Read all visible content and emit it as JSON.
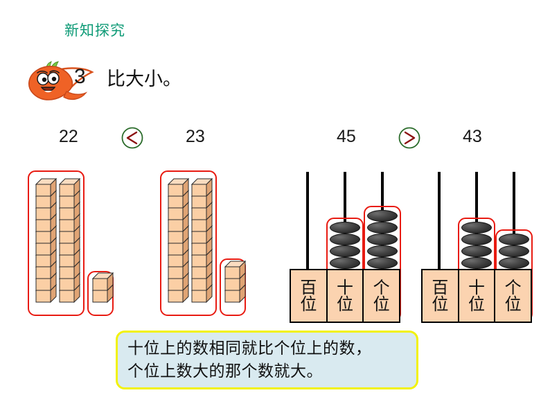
{
  "slide": {
    "section_heading": "新知探究",
    "task_number": "3",
    "task_title": "比大小。",
    "heading_color": "#0f9b77",
    "highlight_color": "#e81b12",
    "symbol_color": "#8c1111",
    "symbol_ring_color": "#2a6b2a",
    "block_color": "#fbd0a8",
    "bead_color": "#3a3a3a",
    "callout_fill": "#d9eaf0",
    "callout_border": "#f2f20a"
  },
  "comparisons": [
    {
      "id": "left",
      "left_value": "22",
      "symbol": "<",
      "right_value": "23",
      "model": "base-ten-blocks"
    },
    {
      "id": "right",
      "left_value": "45",
      "symbol": ">",
      "right_value": "43",
      "model": "abacus"
    }
  ],
  "block_models": [
    {
      "id": "blocks-22",
      "represents": "22",
      "tens_rods": 2,
      "cubes_per_rod": 10,
      "ones_cubes": 2,
      "tens_total": 20,
      "ones_total": 2
    },
    {
      "id": "blocks-23",
      "represents": "23",
      "tens_rods": 2,
      "cubes_per_rod": 10,
      "ones_cubes": 3,
      "tens_total": 20,
      "ones_total": 3
    }
  ],
  "abacus_models": [
    {
      "id": "abacus-45",
      "represents": "45",
      "columns": [
        {
          "label_top": "百",
          "label_bottom": "位",
          "place": "hundreds",
          "beads": 0
        },
        {
          "label_top": "十",
          "label_bottom": "位",
          "place": "tens",
          "beads": 4
        },
        {
          "label_top": "个",
          "label_bottom": "位",
          "place": "ones",
          "beads": 5
        }
      ]
    },
    {
      "id": "abacus-43",
      "represents": "43",
      "columns": [
        {
          "label_top": "百",
          "label_bottom": "位",
          "place": "hundreds",
          "beads": 0
        },
        {
          "label_top": "十",
          "label_bottom": "位",
          "place": "tens",
          "beads": 4
        },
        {
          "label_top": "个",
          "label_bottom": "位",
          "place": "ones",
          "beads": 3
        }
      ]
    }
  ],
  "callout": {
    "line1": "十位上的数相同就比个位上的数，",
    "line2": "个位上数大的那个数就大。"
  }
}
